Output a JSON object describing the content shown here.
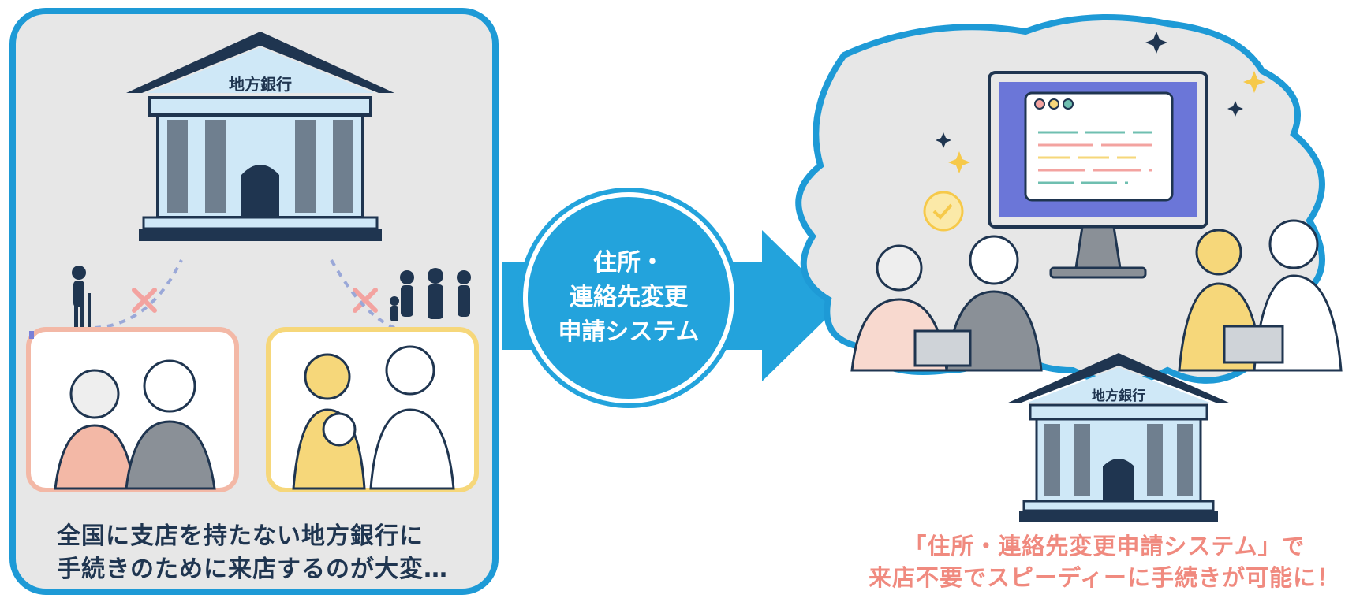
{
  "left_panel": {
    "bank_sign": "地方銀行",
    "caption_line1": "全国に支店を持たない地方銀行に",
    "caption_line2": "手続きのために来店するのが大変…"
  },
  "center_circle": {
    "line1": "住所・",
    "line2": "連絡先変更",
    "line3": "申請システム"
  },
  "right_scene": {
    "bank_sign": "地方銀行",
    "caption_line1": "「住所・連絡先変更申請システム」で",
    "caption_line2": "来店不要でスピーディーに手続きが可能に！"
  },
  "colors": {
    "accent_blue": "#1e9ad6",
    "navy": "#1f3550",
    "light_blue": "#cfe8f7",
    "salmon": "#f08a7f",
    "cross_pink": "#f3a3a0"
  }
}
